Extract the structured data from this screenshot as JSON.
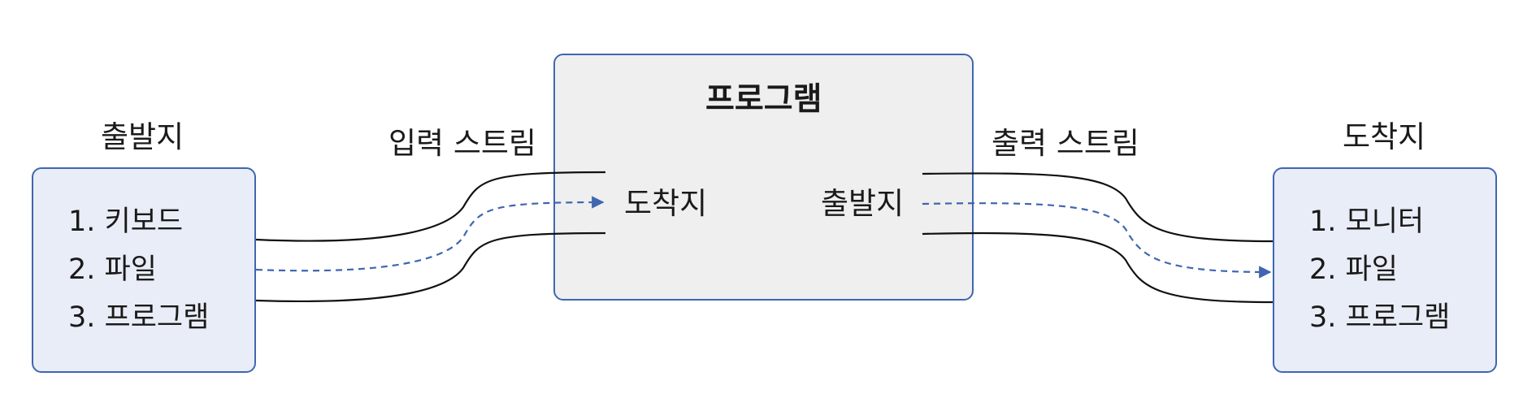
{
  "colors": {
    "box_border": "#3f66b0",
    "io_box_fill": "#e9edf7",
    "program_box_fill": "#efefef",
    "stream_line": "#111111",
    "flow_arrow": "#3f66b0"
  },
  "source": {
    "title": "출발지",
    "items": [
      "1. 키보드",
      "2. 파일",
      "3. 프로그램"
    ]
  },
  "input_stream": {
    "label": "입력 스트림"
  },
  "program": {
    "title": "프로그램",
    "inner_destination": "도착지",
    "inner_source": "출발지"
  },
  "output_stream": {
    "label": "출력 스트림"
  },
  "destination": {
    "title": "도착지",
    "items": [
      "1. 모니터",
      "2. 파일",
      "3. 프로그램"
    ]
  }
}
